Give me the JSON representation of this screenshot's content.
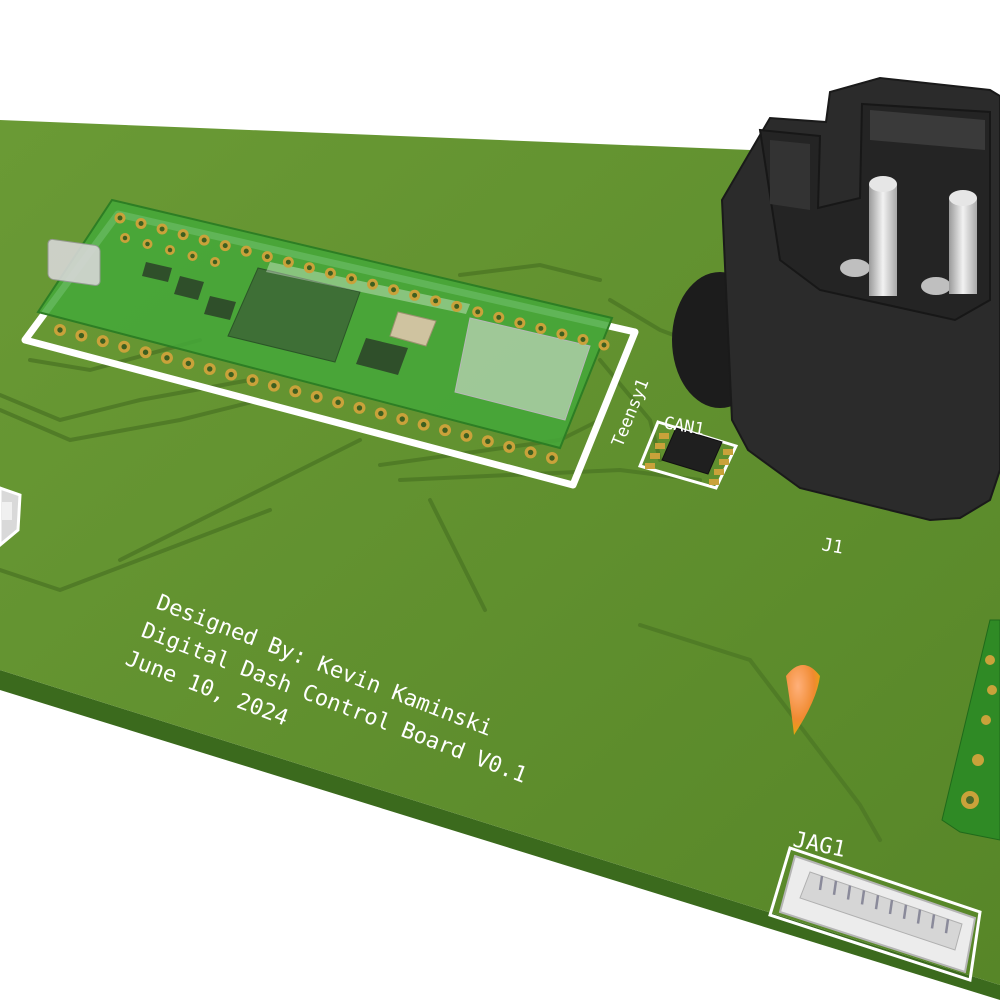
{
  "colors": {
    "background": "#ffffff",
    "board": "#5f8f2e",
    "board_edge": "#3e6a1f",
    "trace": "#557f2a",
    "silkscreen": "#ffffff",
    "teensy_pcb": "#3fa52e",
    "connector_body": "#2a2a2a",
    "pin_metal": "#d8d8d8",
    "gold_pad": "#c9a23a",
    "marker": "#f2a12e"
  },
  "designators": {
    "teensy": "Teensy1",
    "can": "CAN1",
    "j1": "J1",
    "jag": "JAG1"
  },
  "silkscreen_text": {
    "line1": "Designed By: Kevin Kaminski",
    "line2": "Digital Dash Control Board V0.1",
    "line3": "June 10, 2024"
  },
  "icons": {
    "marker": "location-pin-icon"
  }
}
